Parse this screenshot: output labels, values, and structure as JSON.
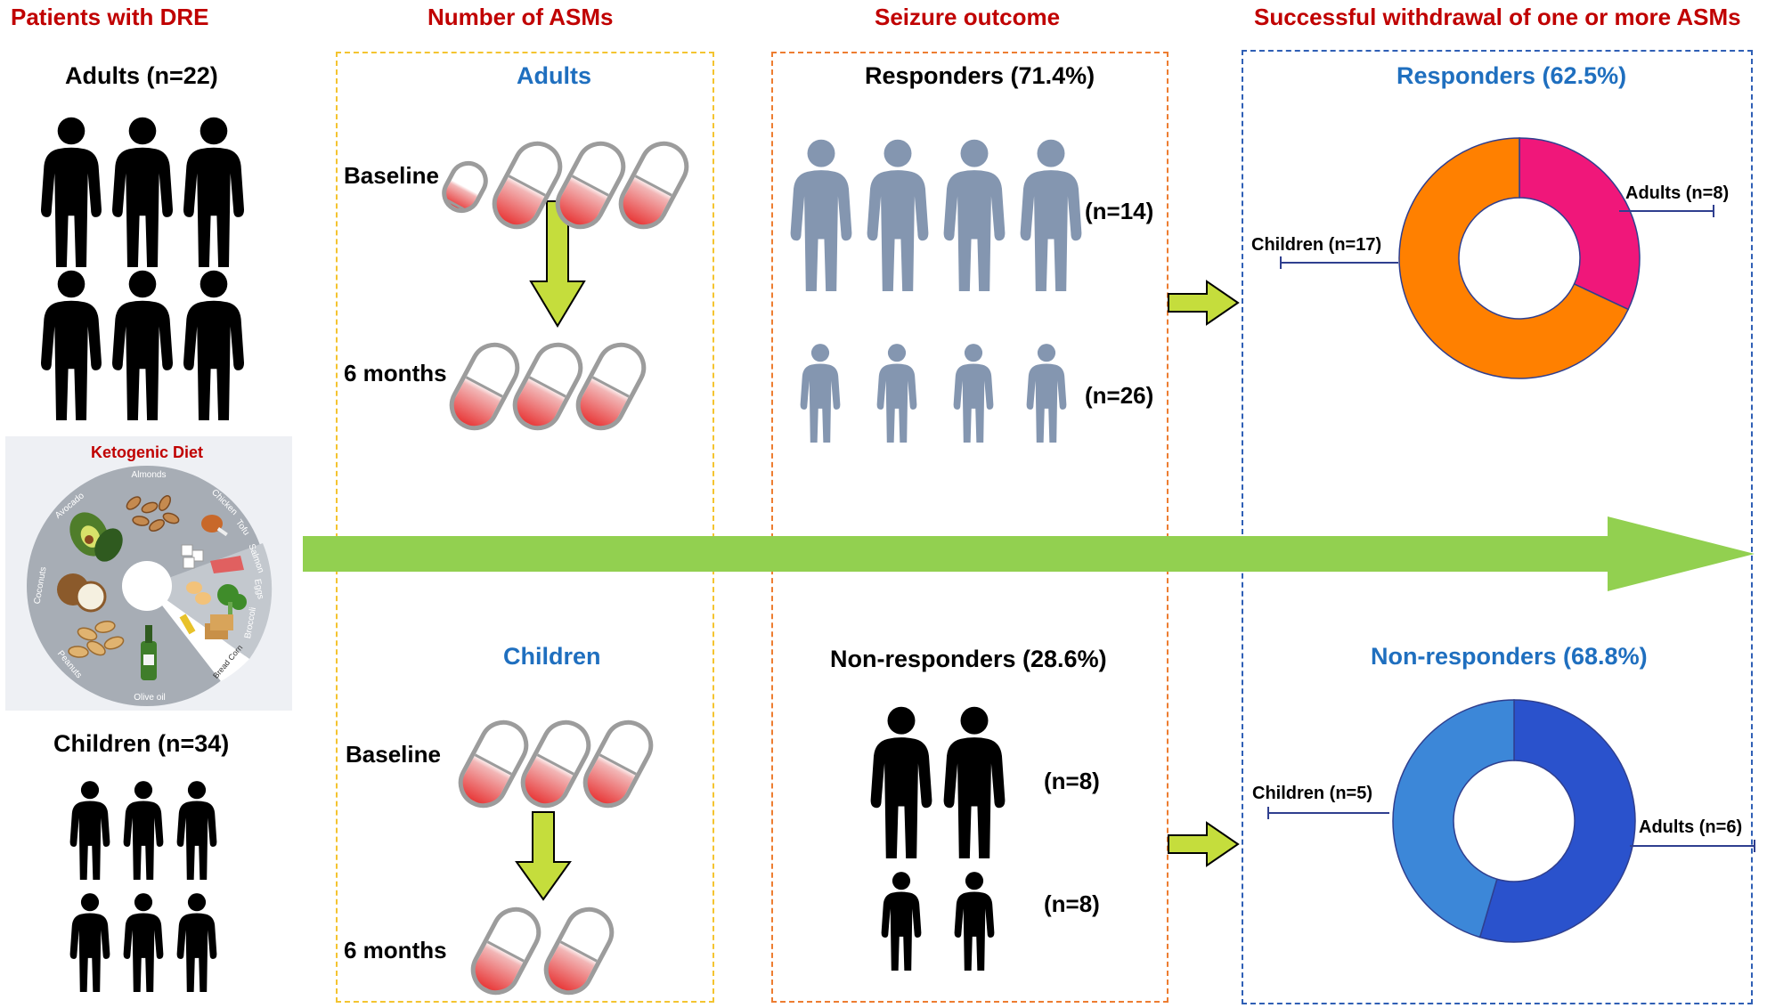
{
  "headers": {
    "patients": "Patients with DRE",
    "asms": "Number of ASMs",
    "outcome": "Seizure outcome",
    "withdrawal": "Successful withdrawal of one or more ASMs"
  },
  "patients": {
    "adults": "Adults (n=22)",
    "children": "Children (n=34)",
    "diet": {
      "title": "Ketogenic Diet",
      "foods": [
        "Almonds",
        "Avocado",
        "Coconuts",
        "Peanuts",
        "Olive oil",
        "Bread Corn",
        "Broccoli",
        "Eggs",
        "Salmon",
        "Tofu",
        "Chicken"
      ]
    }
  },
  "asms": {
    "adults_title": "Adults",
    "children_title": "Children",
    "baseline": "Baseline",
    "six_months": "6 months",
    "adults_baseline_pills": 4,
    "adults_6m_pills": 3,
    "children_baseline_pills": 3,
    "children_6m_pills": 2
  },
  "outcome": {
    "responders": "Responders (71.4%)",
    "responders_adults_n": "(n=14)",
    "responders_children_n": "(n=26)",
    "nonresponders": "Non-responders (28.6%)",
    "nonresponders_adults_n": "(n=8)",
    "nonresponders_children_n": "(n=8)"
  },
  "withdrawal": {
    "responders_title": "Responders (62.5%)",
    "nonresponders_title": "Non-responders (68.8%)",
    "responders_adults_label": "Adults (n=8)",
    "responders_children_label": "Children (n=17)",
    "nonresponders_children_label": "Children (n=5)",
    "nonresponders_adults_label": "Adults (n=6)"
  },
  "colors": {
    "header": "#c00000",
    "blue_text": "#1f6fbf",
    "arrow_green": "#92d050",
    "responder_figure": "#8496b0",
    "adults_pink": "#f0177a",
    "children_orange": "#ff8000",
    "nr_children_blue": "#3c87d8",
    "nr_adults_blue": "#2a52cc"
  },
  "chart_data": [
    {
      "type": "pie",
      "title": "Responders (62.5%)",
      "categories": [
        "Adults (n=8)",
        "Children (n=17)"
      ],
      "values": [
        8,
        17
      ],
      "colors": [
        "#f0177a",
        "#ff8000"
      ]
    },
    {
      "type": "pie",
      "title": "Non-responders (68.8%)",
      "categories": [
        "Adults (n=6)",
        "Children (n=5)"
      ],
      "values": [
        6,
        5
      ],
      "colors": [
        "#2a52cc",
        "#3c87d8"
      ]
    }
  ]
}
